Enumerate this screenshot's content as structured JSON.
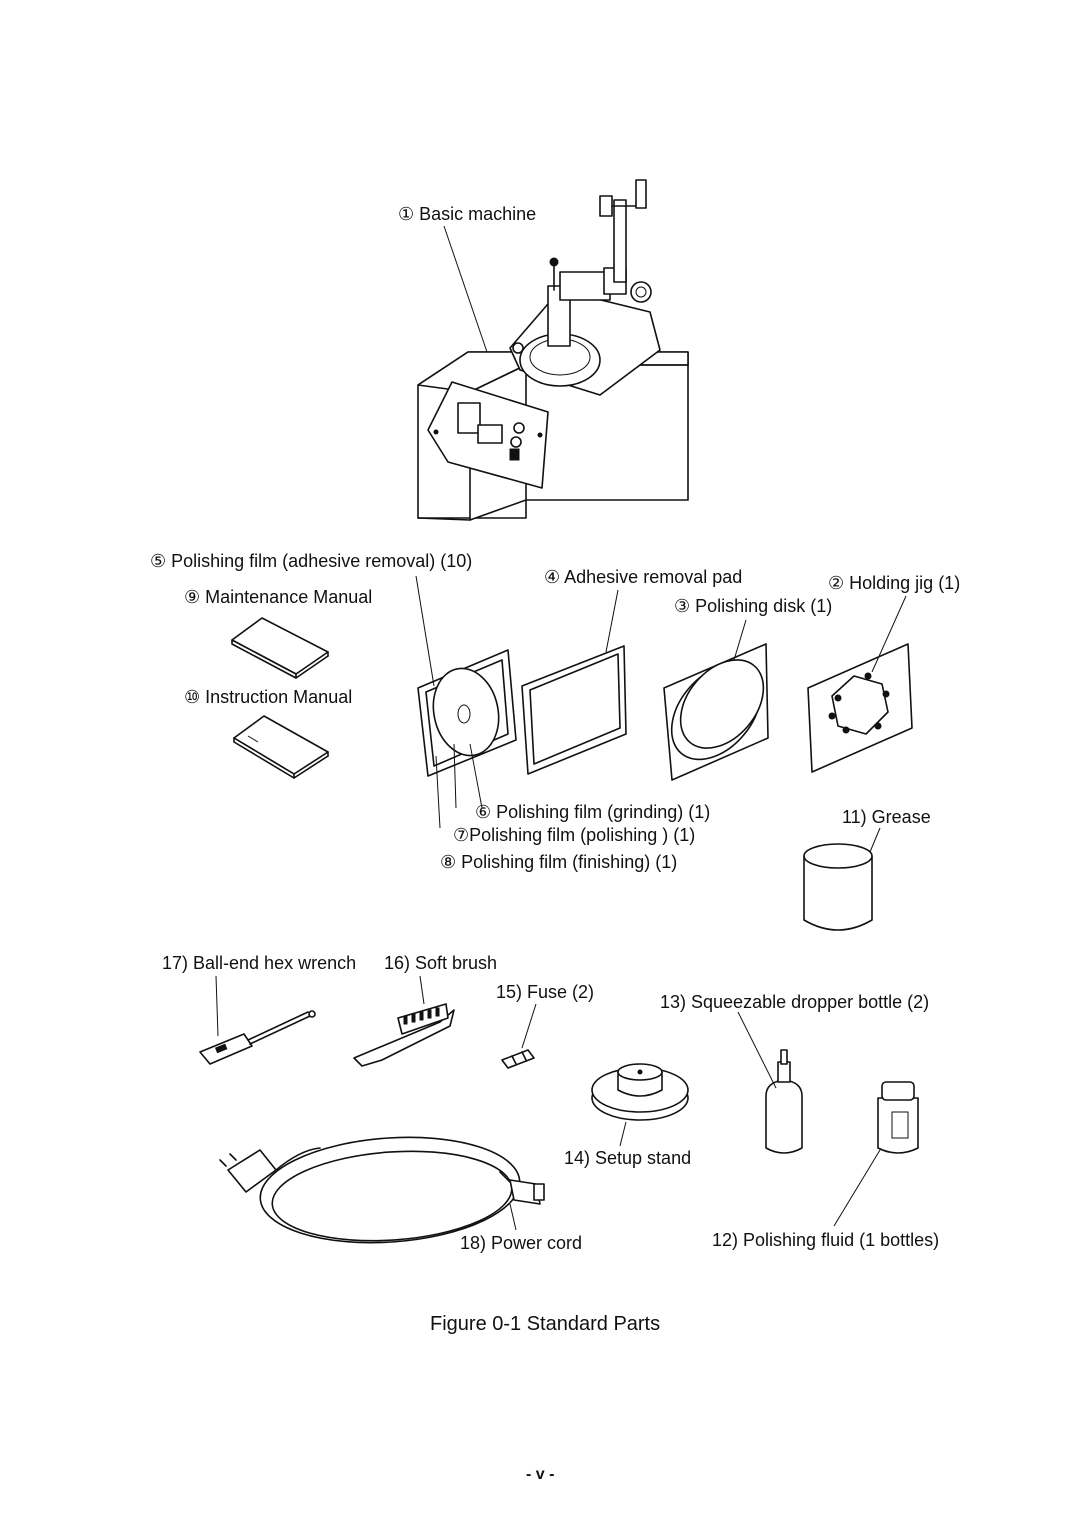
{
  "figure": {
    "caption": "Figure 0-1  Standard Parts",
    "page_number": "- v -"
  },
  "labels": {
    "basic_machine": "① Basic machine",
    "polishing_film_adhesive": "⑤ Polishing film (adhesive removal) (10)",
    "maintenance_manual": "⑨ Maintenance Manual",
    "adhesive_removal_pad": "④ Adhesive removal pad",
    "holding_jig": "② Holding jig (1)",
    "polishing_disk": "③ Polishing disk (1)",
    "instruction_manual": "⑩ Instruction Manual",
    "polishing_film_grinding": "⑥ Polishing film (grinding) (1)",
    "polishing_film_polishing": "⑦Polishing film (polishing ) (1)",
    "polishing_film_finishing": "⑧ Polishing film (finishing) (1)",
    "grease": "11) Grease",
    "ball_end_hex_wrench": "17) Ball-end hex wrench",
    "soft_brush": "16) Soft brush",
    "fuse": "15) Fuse (2)",
    "squeezable_dropper_bottle": "13) Squeezable dropper bottle (2)",
    "setup_stand": "14) Setup stand",
    "power_cord": "18) Power cord",
    "polishing_fluid": "12) Polishing fluid (1 bottles)"
  }
}
